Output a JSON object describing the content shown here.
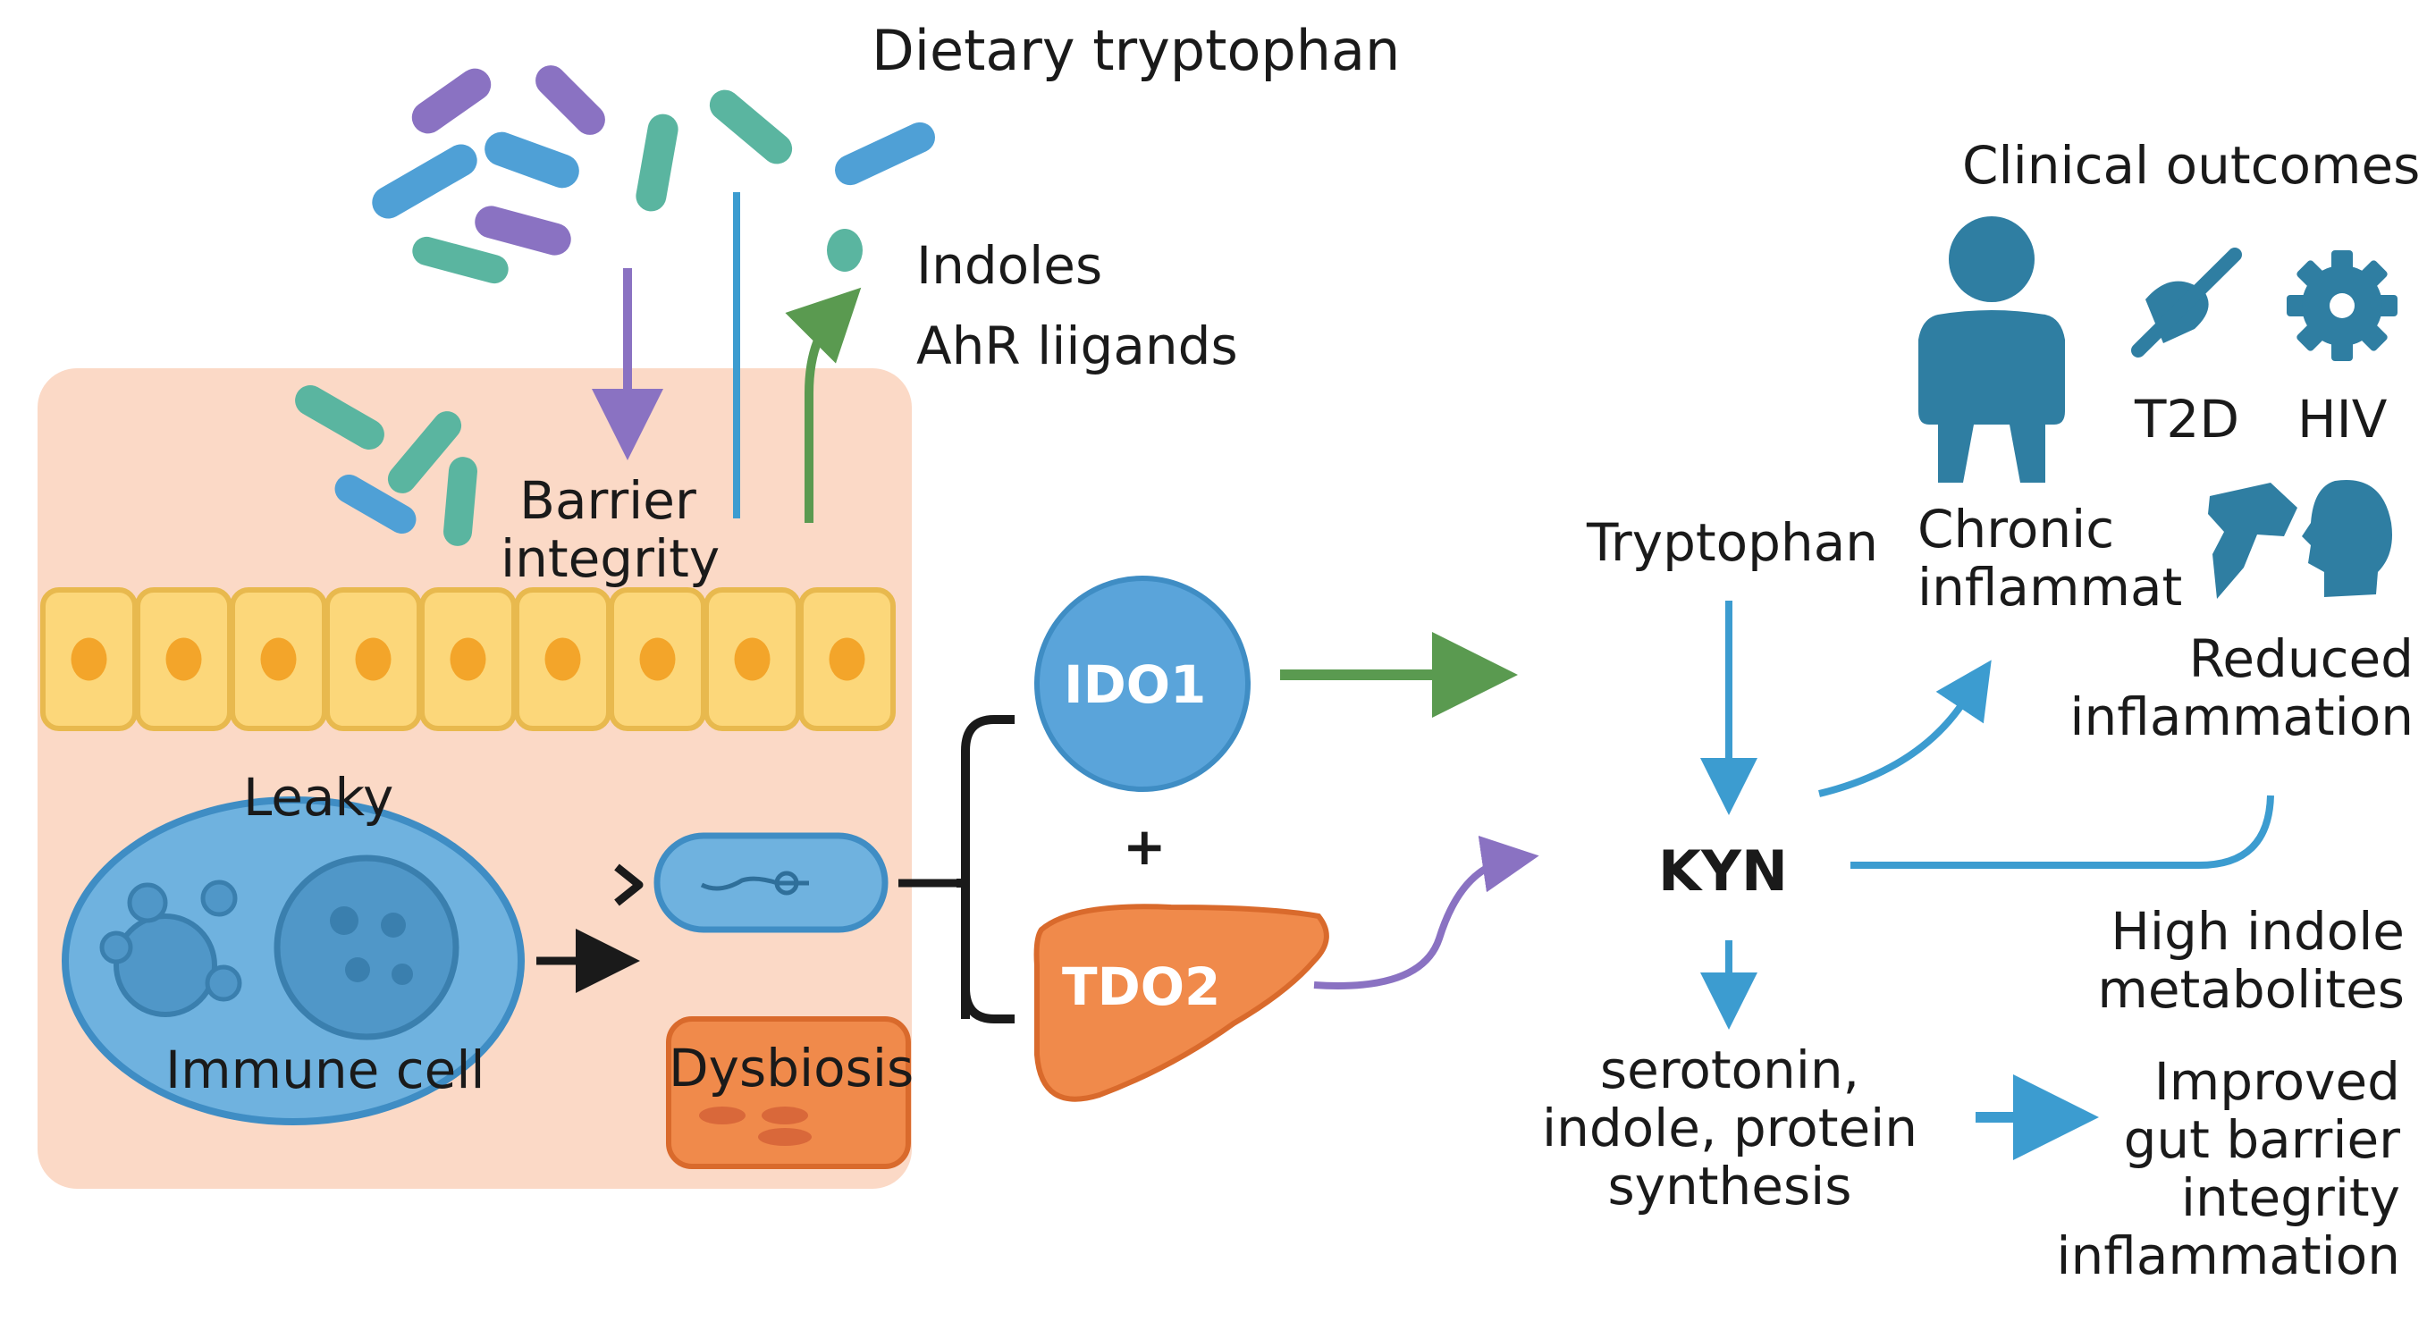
{
  "title": "Dietary tryptophan",
  "gut": {
    "microbe_outputs": [
      "Indoles",
      "AhR liigands"
    ],
    "barrier_label": [
      "Barrier",
      "integrity"
    ],
    "leaky_label": "Leaky",
    "immune_cell_label": "Immune cell",
    "dysbiosis_label": "Dysbiosis"
  },
  "enzymes": {
    "ido1": "IDO1",
    "plus": "+",
    "tdo2": "TDO2"
  },
  "pathway": {
    "tryptophan": "Tryptophan",
    "kyn": "KYN",
    "products": [
      "serotonin,",
      "indole, protein",
      "synthesis"
    ]
  },
  "outcomes": {
    "title": "Clinical outcomes",
    "chronic": [
      "Chronic",
      "inflammat"
    ],
    "t2d": "T2D",
    "hiv": "HIV",
    "reduced": [
      "Reduced",
      "inflammation"
    ],
    "high_indole": [
      "High indole",
      "metabolites"
    ],
    "improved": [
      "Improved",
      "gut barrier",
      "integrity",
      "inflammation"
    ]
  },
  "colors": {
    "blue": "#4fa0d6",
    "teal": "#5ab5a0",
    "purple": "#8a72c2",
    "green": "#5a9a50",
    "orange": "#f08a4b",
    "tissue": "#fbd9c6",
    "epithelium": "#fcd77a",
    "human": "#2f7ea2"
  }
}
